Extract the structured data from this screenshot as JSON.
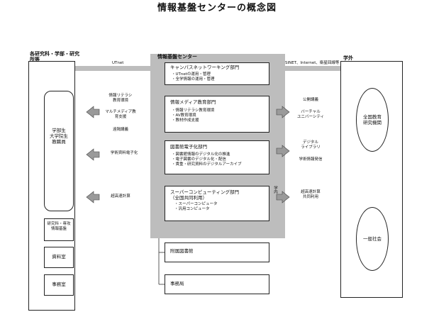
{
  "title": "情報基盤センターの概念図",
  "left": {
    "header": "各研究科・学部・研究所等",
    "students": "学部生\n大学院生\n教職員",
    "dept_box": "研究科・専攻\n情報基盤",
    "reading_room": "資料室",
    "office_room": "事務室"
  },
  "center": {
    "header": "情報基盤センター",
    "campus": {
      "title": "キャンパスネットワーキング部門",
      "items": "・UTnetの運用・管理\n・全学情報の運用・管理"
    },
    "media": {
      "title": "情報メディア教育部門",
      "items": "・情報リテラシ教育環境\n・AV教育環境\n・教材作成支援"
    },
    "library": {
      "title": "図書館電子化部門",
      "items": "・図書館情報のデジタル化の推進\n・電子図書のデジタル化・配信\n・貴重・研究資料のデジタルアーカイブ"
    },
    "super": {
      "title": "スーパーコンピューティング部門",
      "sub": "（全国共同利用）",
      "items": "・スーパーコンピュータ\n・汎用コンピュータ"
    },
    "annex_library": "附属図書館",
    "secretariat": "事務局"
  },
  "right": {
    "header": "学外",
    "oval_top": "全国教育\n研究機関",
    "oval_bottom": "一般社会"
  },
  "connectors": {
    "utnet": "UTnet",
    "sinet": "SINET、Internet、衛星回線等",
    "literacy": "情報リテラシ\n教育環境",
    "multimedia": "マルチメディア教\n育支援",
    "remote": "遠隔講義",
    "academic_digitize": "学術資料電子化",
    "supercomputing": "超高速計算",
    "open_lecture": "公開講義",
    "virtual_univ": "バーチャル\nユニバーシティ",
    "digital_library": "デジタル\nライブラリ",
    "academic_info": "学術情報発信",
    "supercomp_shared": "超高速計算\n共同利用",
    "internal": "学内"
  }
}
